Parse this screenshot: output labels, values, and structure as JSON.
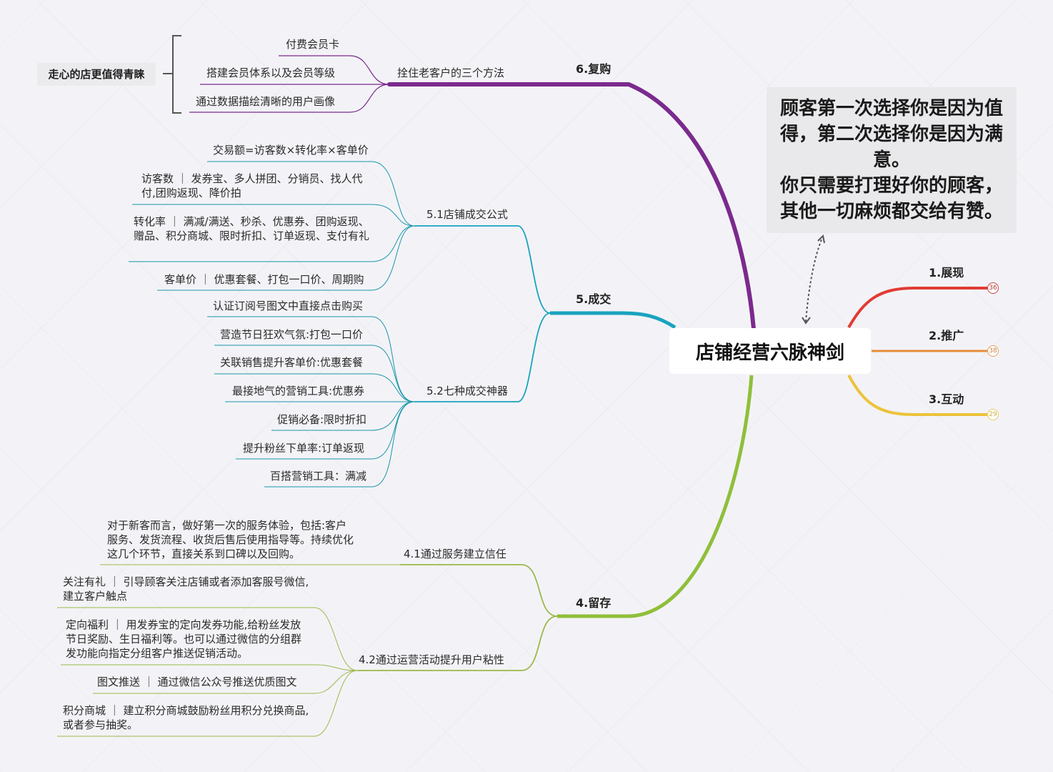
{
  "center": {
    "title": "店铺经营六脉神剑"
  },
  "note": {
    "lines": [
      "顾客第一次选择你是因为值",
      "得，第二次选择你是因为满",
      "意。",
      "你只需要打理好你的顾客，",
      "其他一切麻烦都交给有赞。"
    ]
  },
  "colors": {
    "repurchase": "#7b2a8e",
    "deal": "#1aa3bf",
    "retention": "#8fbf3a",
    "show": "#e23b33",
    "promote": "#e88c3a",
    "interact": "#ecc33a"
  },
  "right_branches": [
    {
      "label": "1.展现",
      "count": "36"
    },
    {
      "label": "2.推广",
      "count": "38"
    },
    {
      "label": "3.互动",
      "count": "29"
    }
  ],
  "repurchase": {
    "label": "6.复购",
    "sub": {
      "label": "拴住老客户的三个方法",
      "items": [
        "付费会员卡",
        "搭建会员体系以及会员等级",
        "通过数据描绘清晰的用户画像"
      ],
      "summary": "走心的店更值得青睐"
    }
  },
  "deal": {
    "label": "5.成交",
    "formula": {
      "label": "5.1店铺成交公式",
      "items": [
        "交易额=访客数×转化率×客单价",
        "访客数 ｜ 发券宝、多人拼团、分销员、找人代付,团购返现、降价拍",
        "转化率 ｜ 满减/满送、秒杀、优惠券、团购返现、赠品、积分商城、限时折扣、订单返现、支付有礼",
        "客单价 ｜ 优惠套餐、打包一口价、周期购"
      ]
    },
    "tools": {
      "label": "5.2七种成交神器",
      "items": [
        "认证订阅号图文中直接点击购买",
        "营造节日狂欢气氛:打包一口价",
        "关联销售提升客单价:优惠套餐",
        "最接地气的营销工具:优惠券",
        "促销必备:限时折扣",
        "提升粉丝下单率:订单返现",
        "百搭营销工具：满减"
      ]
    }
  },
  "retention": {
    "label": "4.留存",
    "trust": {
      "label": "4.1通过服务建立信任",
      "items": [
        "对于新客而言，做好第一次的服务体验，包括:客户服务、发货流程、收货后售后使用指导等。持续优化这几个环节，直接关系到口碑以及回购。"
      ]
    },
    "stickiness": {
      "label": "4.2通过运营活动提升用户粘性",
      "items": [
        "关注有礼 ｜ 引导顾客关注店铺或者添加客服号微信,建立客户触点",
        "定向福利 ｜ 用发券宝的定向发券功能,给粉丝发放节日奖励、生日福利等。也可以通过微信的分组群发功能向指定分组客户推送促销活动。",
        "图文推送 ｜ 通过微信公众号推送优质图文",
        "积分商城 ｜ 建立积分商城鼓励粉丝用积分兑换商品,或者参与抽奖。"
      ]
    }
  }
}
